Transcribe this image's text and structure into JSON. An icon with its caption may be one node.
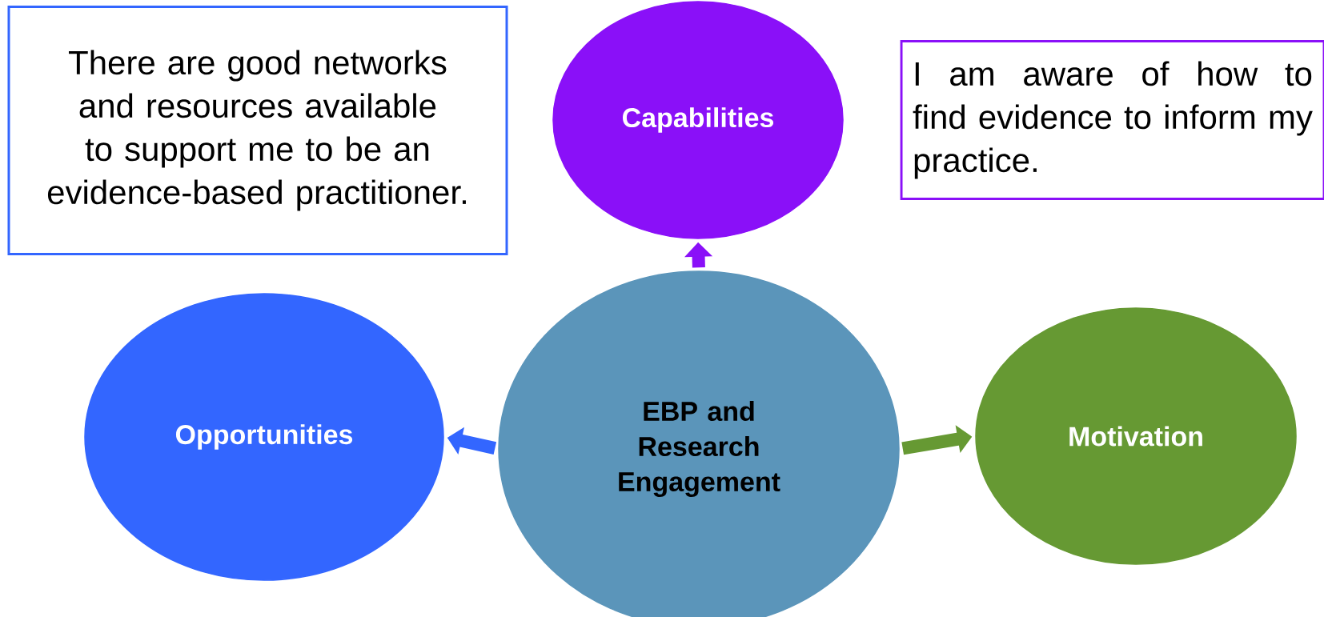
{
  "diagram": {
    "nodes": [
      {
        "text": [
          "There are good networks and resources available to support me to be an evidence-based practitioner."
        ]
      },
      {
        "text": [
          "Capabilities"
        ]
      },
      {
        "text": [
          "I am aware of how to find evidence to inform my practice."
        ]
      },
      {
        "text": [
          "Opportunities"
        ]
      },
      {
        "text": [
          "EBP and Research Engagement"
        ]
      },
      {
        "text": [
          "Motivation"
        ]
      }
    ],
    "edges": [
      {
        "from": 4,
        "to": 1,
        "arrow": "to",
        "color": "#8a10f8"
      },
      {
        "from": 4,
        "to": 3,
        "arrow": "to",
        "color": "#3366ff"
      },
      {
        "from": 4,
        "to": 5,
        "arrow": "to",
        "color": "#669933"
      }
    ]
  }
}
